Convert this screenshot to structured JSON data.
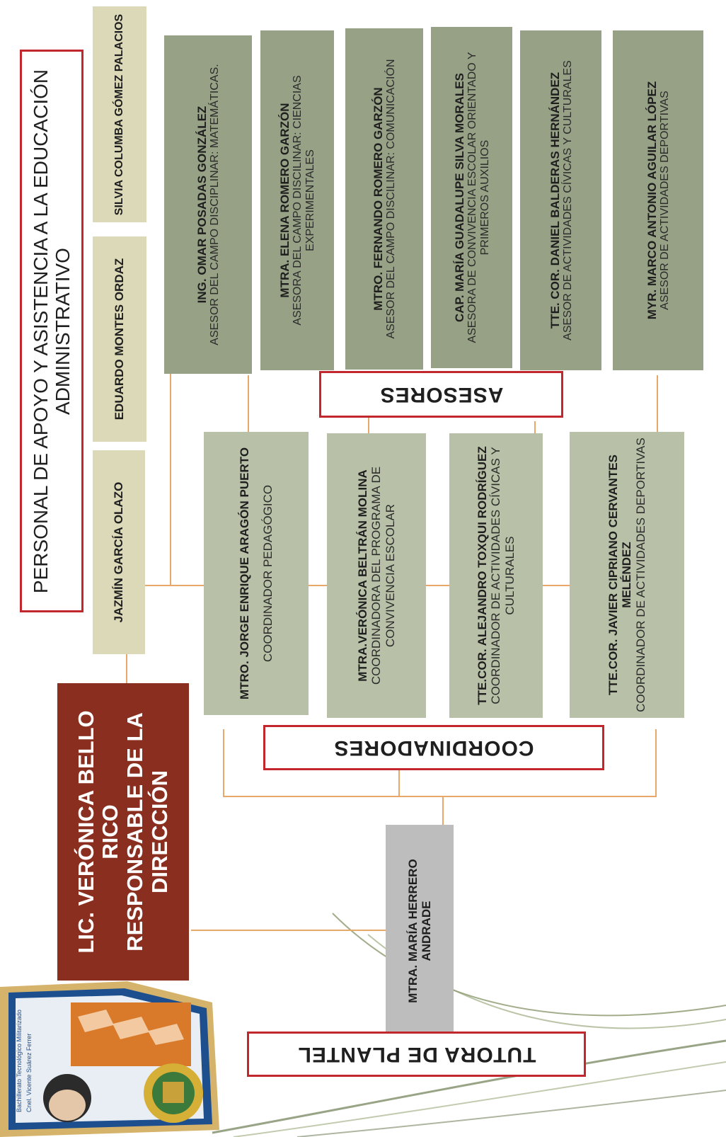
{
  "title": {
    "line1": "PERSONAL DE APOYO Y ASISTENCIA A LA EDUCACIÓN",
    "line2": "ADMINISTRATIVO"
  },
  "admin_staff": [
    "SILVIA COLUMBA GÓMEZ PALACIOS",
    "EDUARDO MONTES ORDAZ",
    "JAZMÍN GARCÍA OLAZO"
  ],
  "advisors_label": "ASESORES",
  "advisors": [
    {
      "name": "ING. OMAR POSADAS GONZÁLEZ",
      "role": "ASESOR DEL CAMPO DISCIPLINAR: MATEMÁTICAS."
    },
    {
      "name": "MTRA. ELENA ROMERO GARZÓN",
      "role": "ASESORA DEL CAMPO DISCILINAR: CIENCIAS EXPERIMENTALES"
    },
    {
      "name": "MTRO. FERNANDO ROMERO GARZÓN",
      "role": "ASESOR DEL CAMPO DISCILINAR: COMUNICACIÓN"
    },
    {
      "name": "CAP. MARÍA GUADALUPE SILVA MORALES",
      "role": "ASESORA DE CONVIVENCIA ESCOLAR ORIENTADO Y PRIMEROS AUXILIOS"
    },
    {
      "name": "TTE. COR. DANIEL BALDERAS HERNÁNDEZ",
      "role": "ASESOR DE ACTIVIDADES CÍVICAS Y CULTURALES"
    },
    {
      "name": "MYR. MARCO ANTONIO AGUILAR LÓPEZ",
      "role": "ASESOR DE ACTIVIDADES DEPORTIVAS"
    }
  ],
  "coordinators_label": "COORDINADORES",
  "coordinators": [
    {
      "name": "MTRO. JORGE ENRIQUE ARAGÓN PUERTO",
      "role": "COORDINADOR PEDAGÓGICO"
    },
    {
      "name": "MTRA.VERÓNICA BELTRÁN MOLINA",
      "role": "COORDINADORA DEL PROGRAMA DE CONVIVENCIA ESCOLAR"
    },
    {
      "name": "TTE.COR. ALEJANDRO TOXQUI RODRÍGUEZ",
      "role": "COORDINADOR DE ACTIVIDADES CÍVICAS Y CULTURALES"
    },
    {
      "name": "TTE.COR. JAVIER CIPRIANO CERVANTES MELÉNDEZ",
      "role": "COORDINADOR DE ACTIVIDADES DEPORTIVAS"
    }
  ],
  "director": {
    "name": "LIC. VERÓNICA BELLO RICO",
    "role_line1": "RESPONSABLE DE LA",
    "role_line2": "DIRECCIÓN"
  },
  "tutor_label": "TUTORA DE PLANTEL",
  "tutor_name": "MTRA. MARÍA HERRERO ANDRADE",
  "logo_text": "Bachillerato Tecnológico Militarizado Cnel. Vicente Suárez Ferrer",
  "colors": {
    "advisor_box": "#97a186",
    "coordinator_box": "#b8c1a7",
    "admin_box": "#dcd9b8",
    "director_box": "#8a2f1f",
    "tutor_box": "#bdbdbd",
    "label_border": "#c1272d",
    "connector": "#e8a86a"
  }
}
